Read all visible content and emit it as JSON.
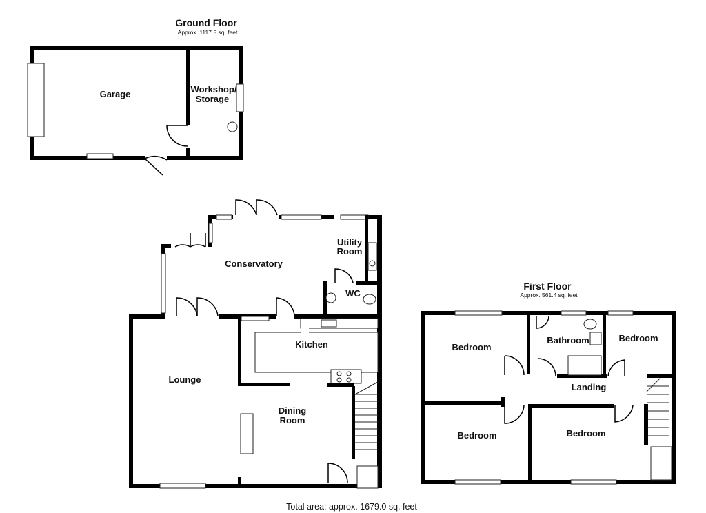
{
  "ground_floor": {
    "title": "Ground Floor",
    "area": "Approx. 1117.5 sq. feet"
  },
  "first_floor": {
    "title": "First Floor",
    "area": "Approx. 561.4 sq. feet"
  },
  "rooms": {
    "garage": "Garage",
    "workshop_line1": "Workshop/",
    "workshop_line2": "Storage",
    "conservatory": "Conservatory",
    "utility_line1": "Utility",
    "utility_line2": "Room",
    "wc": "WC",
    "kitchen": "Kitchen",
    "lounge": "Lounge",
    "dining_line1": "Dining",
    "dining_line2": "Room",
    "bedroom_1": "Bedroom",
    "bathroom": "Bathroom",
    "bedroom_2": "Bedroom",
    "landing": "Landing",
    "bedroom_3": "Bedroom",
    "bedroom_4": "Bedroom"
  },
  "total_area": "Total area: approx. 1679.0 sq. feet"
}
